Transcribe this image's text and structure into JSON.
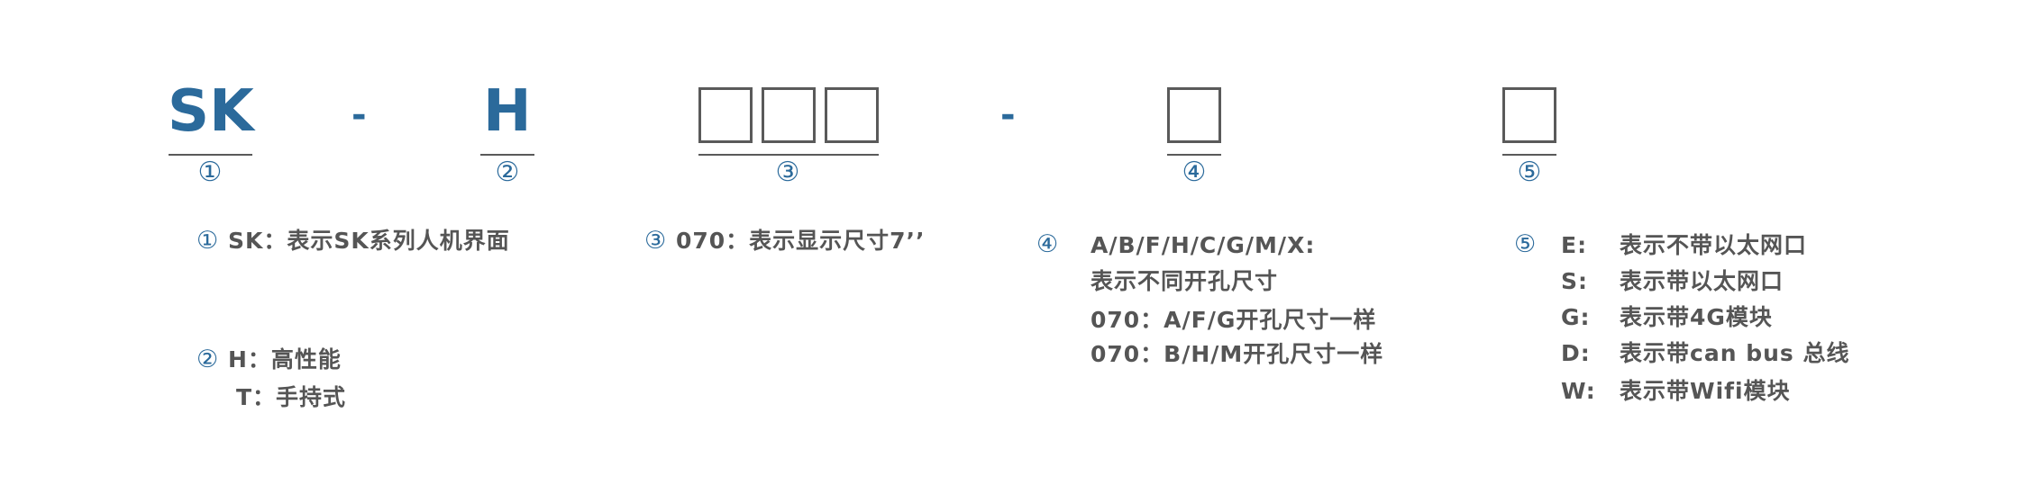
{
  "model_code": {
    "prefix": "SK",
    "sep1": "-",
    "type": "H",
    "sep2": "-"
  },
  "markers": [
    "①",
    "②",
    "③",
    "④",
    "⑤"
  ],
  "legend": {
    "item1": {
      "marker": "①",
      "text": "SK：表示SK系列人机界面"
    },
    "item2": {
      "marker": "②",
      "lines": [
        "H：高性能",
        "T：手持式"
      ]
    },
    "item3": {
      "marker": "③",
      "text": "070：表示显示尺寸7’’"
    },
    "item4": {
      "marker": "④",
      "lines": [
        "A/B/F/H/C/G/M/X:",
        "表示不同开孔尺寸",
        "070：A/F/G开孔尺寸一样",
        "070：B/H/M开孔尺寸一样"
      ]
    },
    "item5": {
      "marker": "⑤",
      "rows": [
        {
          "key": "E:",
          "desc": "表示不带以太网口"
        },
        {
          "key": "S:",
          "desc": "表示带以太网口"
        },
        {
          "key": "G:",
          "desc": "表示带4G模块"
        },
        {
          "key": "D:",
          "desc": "表示带can bus 总线"
        },
        {
          "key": "W:",
          "desc": "表示带Wifi模块"
        }
      ]
    }
  },
  "colors": {
    "accent": "#2b6a9b",
    "text": "#555555"
  }
}
